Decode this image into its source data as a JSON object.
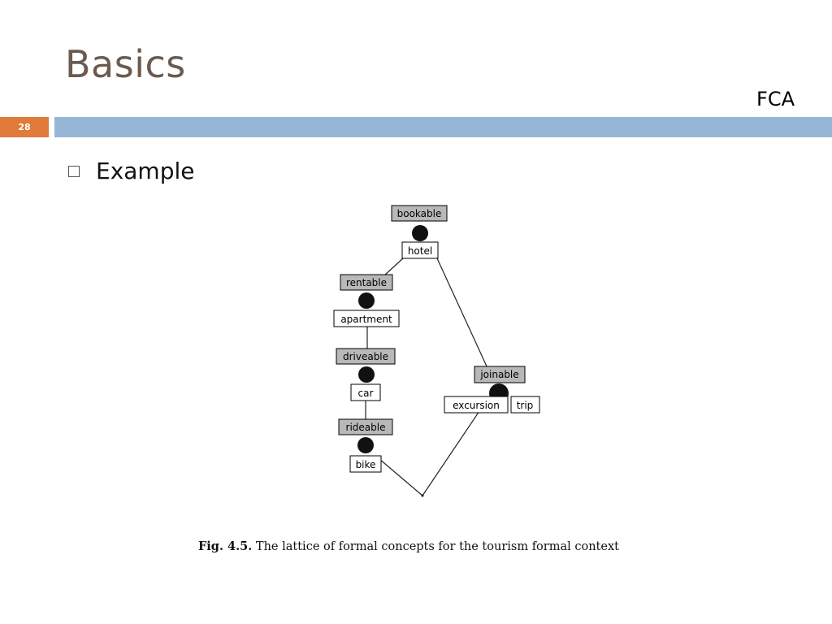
{
  "slide": {
    "title": "Basics",
    "subtitle": "FCA",
    "page_number": "28",
    "bullet": "Example"
  },
  "figure": {
    "attribute_labels": {
      "bookable": "bookable",
      "rentable": "rentable",
      "driveable": "driveable",
      "rideable": "rideable",
      "joinable": "joinable"
    },
    "object_labels": {
      "hotel": "hotel",
      "apartment": "apartment",
      "car": "car",
      "bike": "bike",
      "excursion": "excursion",
      "trip": "trip"
    },
    "caption_label": "Fig. 4.5.",
    "caption_text": "The lattice of formal concepts for the tourism formal context"
  },
  "colors": {
    "title": "#6b5a4e",
    "page_number_bg": "#e07b39",
    "header_bar": "#96b6d6",
    "attribute_label_fill": "#b8b8b8"
  }
}
